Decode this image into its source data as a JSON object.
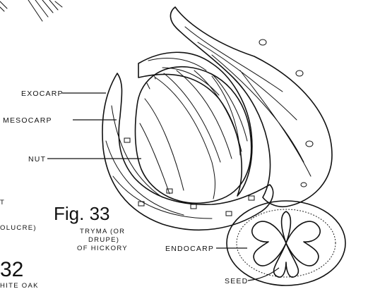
{
  "labels": {
    "exocarp": "EXOCARP",
    "mesocarp": "MESOCARP",
    "nut": "NUT",
    "endocarp": "ENDOCARP",
    "seed": "SEED",
    "left_t": "T",
    "left_olucre": "OLUCRE)"
  },
  "fig33": {
    "title": "Fig. 33",
    "caption_line1": "TRYMA (OR",
    "caption_line2": "DRUPE)",
    "caption_line3": "OF HICKORY"
  },
  "fig32": {
    "number": "32",
    "caption": "HITE OAK"
  }
}
